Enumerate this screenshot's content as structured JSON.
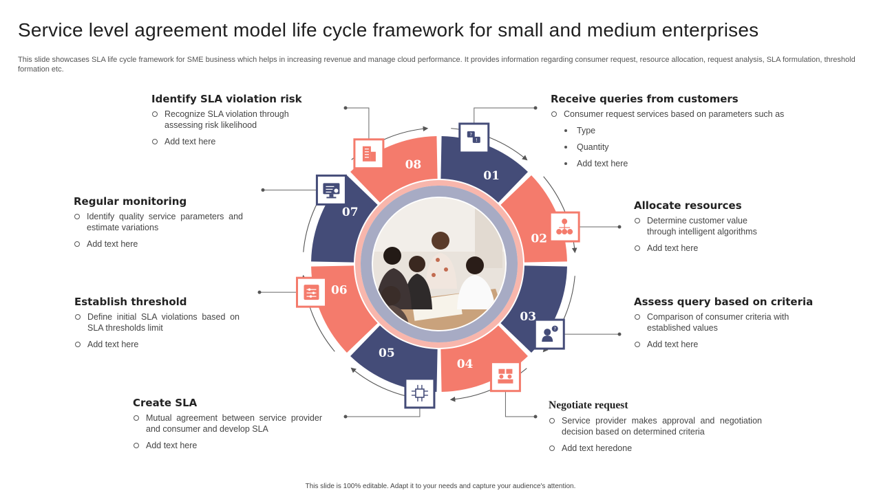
{
  "header": {
    "title": "Service level agreement model life cycle framework for small and medium enterprises",
    "subtitle": "This slide showcases SLA life cycle framework for SME business which helps in increasing revenue and manage cloud performance. It provides information regarding consumer request, resource allocation, request analysis, SLA formulation, threshold formation etc."
  },
  "colors": {
    "navy": "#444C78",
    "salmon": "#F47B6C",
    "ring": "#A7ABC4",
    "pinkring": "#F8B6AC"
  },
  "segments": [
    {
      "num": "01",
      "icon": "chat-question-icon"
    },
    {
      "num": "02",
      "icon": "resource-allocation-icon"
    },
    {
      "num": "03",
      "icon": "user-question-icon"
    },
    {
      "num": "04",
      "icon": "negotiation-icon"
    },
    {
      "num": "05",
      "icon": "circuit-chip-icon"
    },
    {
      "num": "06",
      "icon": "threshold-settings-icon"
    },
    {
      "num": "07",
      "icon": "monitor-dashboard-icon"
    },
    {
      "num": "08",
      "icon": "building-risk-icon"
    }
  ],
  "steps": {
    "s1": {
      "title": "Receive queries from customers",
      "point": "Consumer request services based on parameters such as",
      "subs": [
        "Type",
        "Quantity",
        "Add text here"
      ]
    },
    "s2": {
      "title": "Allocate resources",
      "points": [
        "Determine customer value through intelligent algorithms",
        "Add text here"
      ]
    },
    "s3": {
      "title": "Assess query based on criteria",
      "points": [
        "Comparison of consumer criteria with established values",
        "Add text here"
      ]
    },
    "s4": {
      "title": "Negotiate request",
      "points": [
        "Service provider makes approval and negotiation decision based on determined criteria",
        "Add text heredone"
      ]
    },
    "s5": {
      "title": "Create SLA",
      "points": [
        "Mutual agreement between service provider and consumer and develop SLA",
        "Add text here"
      ]
    },
    "s6": {
      "title": "Establish threshold",
      "points": [
        "Define initial SLA violations based on SLA thresholds limit",
        "Add text here"
      ]
    },
    "s7": {
      "title": "Regular monitoring",
      "points": [
        "Identify quality service parameters and estimate variations",
        "Add text here"
      ]
    },
    "s8": {
      "title": "Identify SLA violation risk",
      "points": [
        "Recognize SLA violation through assessing risk likelihood",
        "Add text here"
      ]
    }
  },
  "footer": "This slide is 100% editable. Adapt it to your needs and capture your audience's attention."
}
